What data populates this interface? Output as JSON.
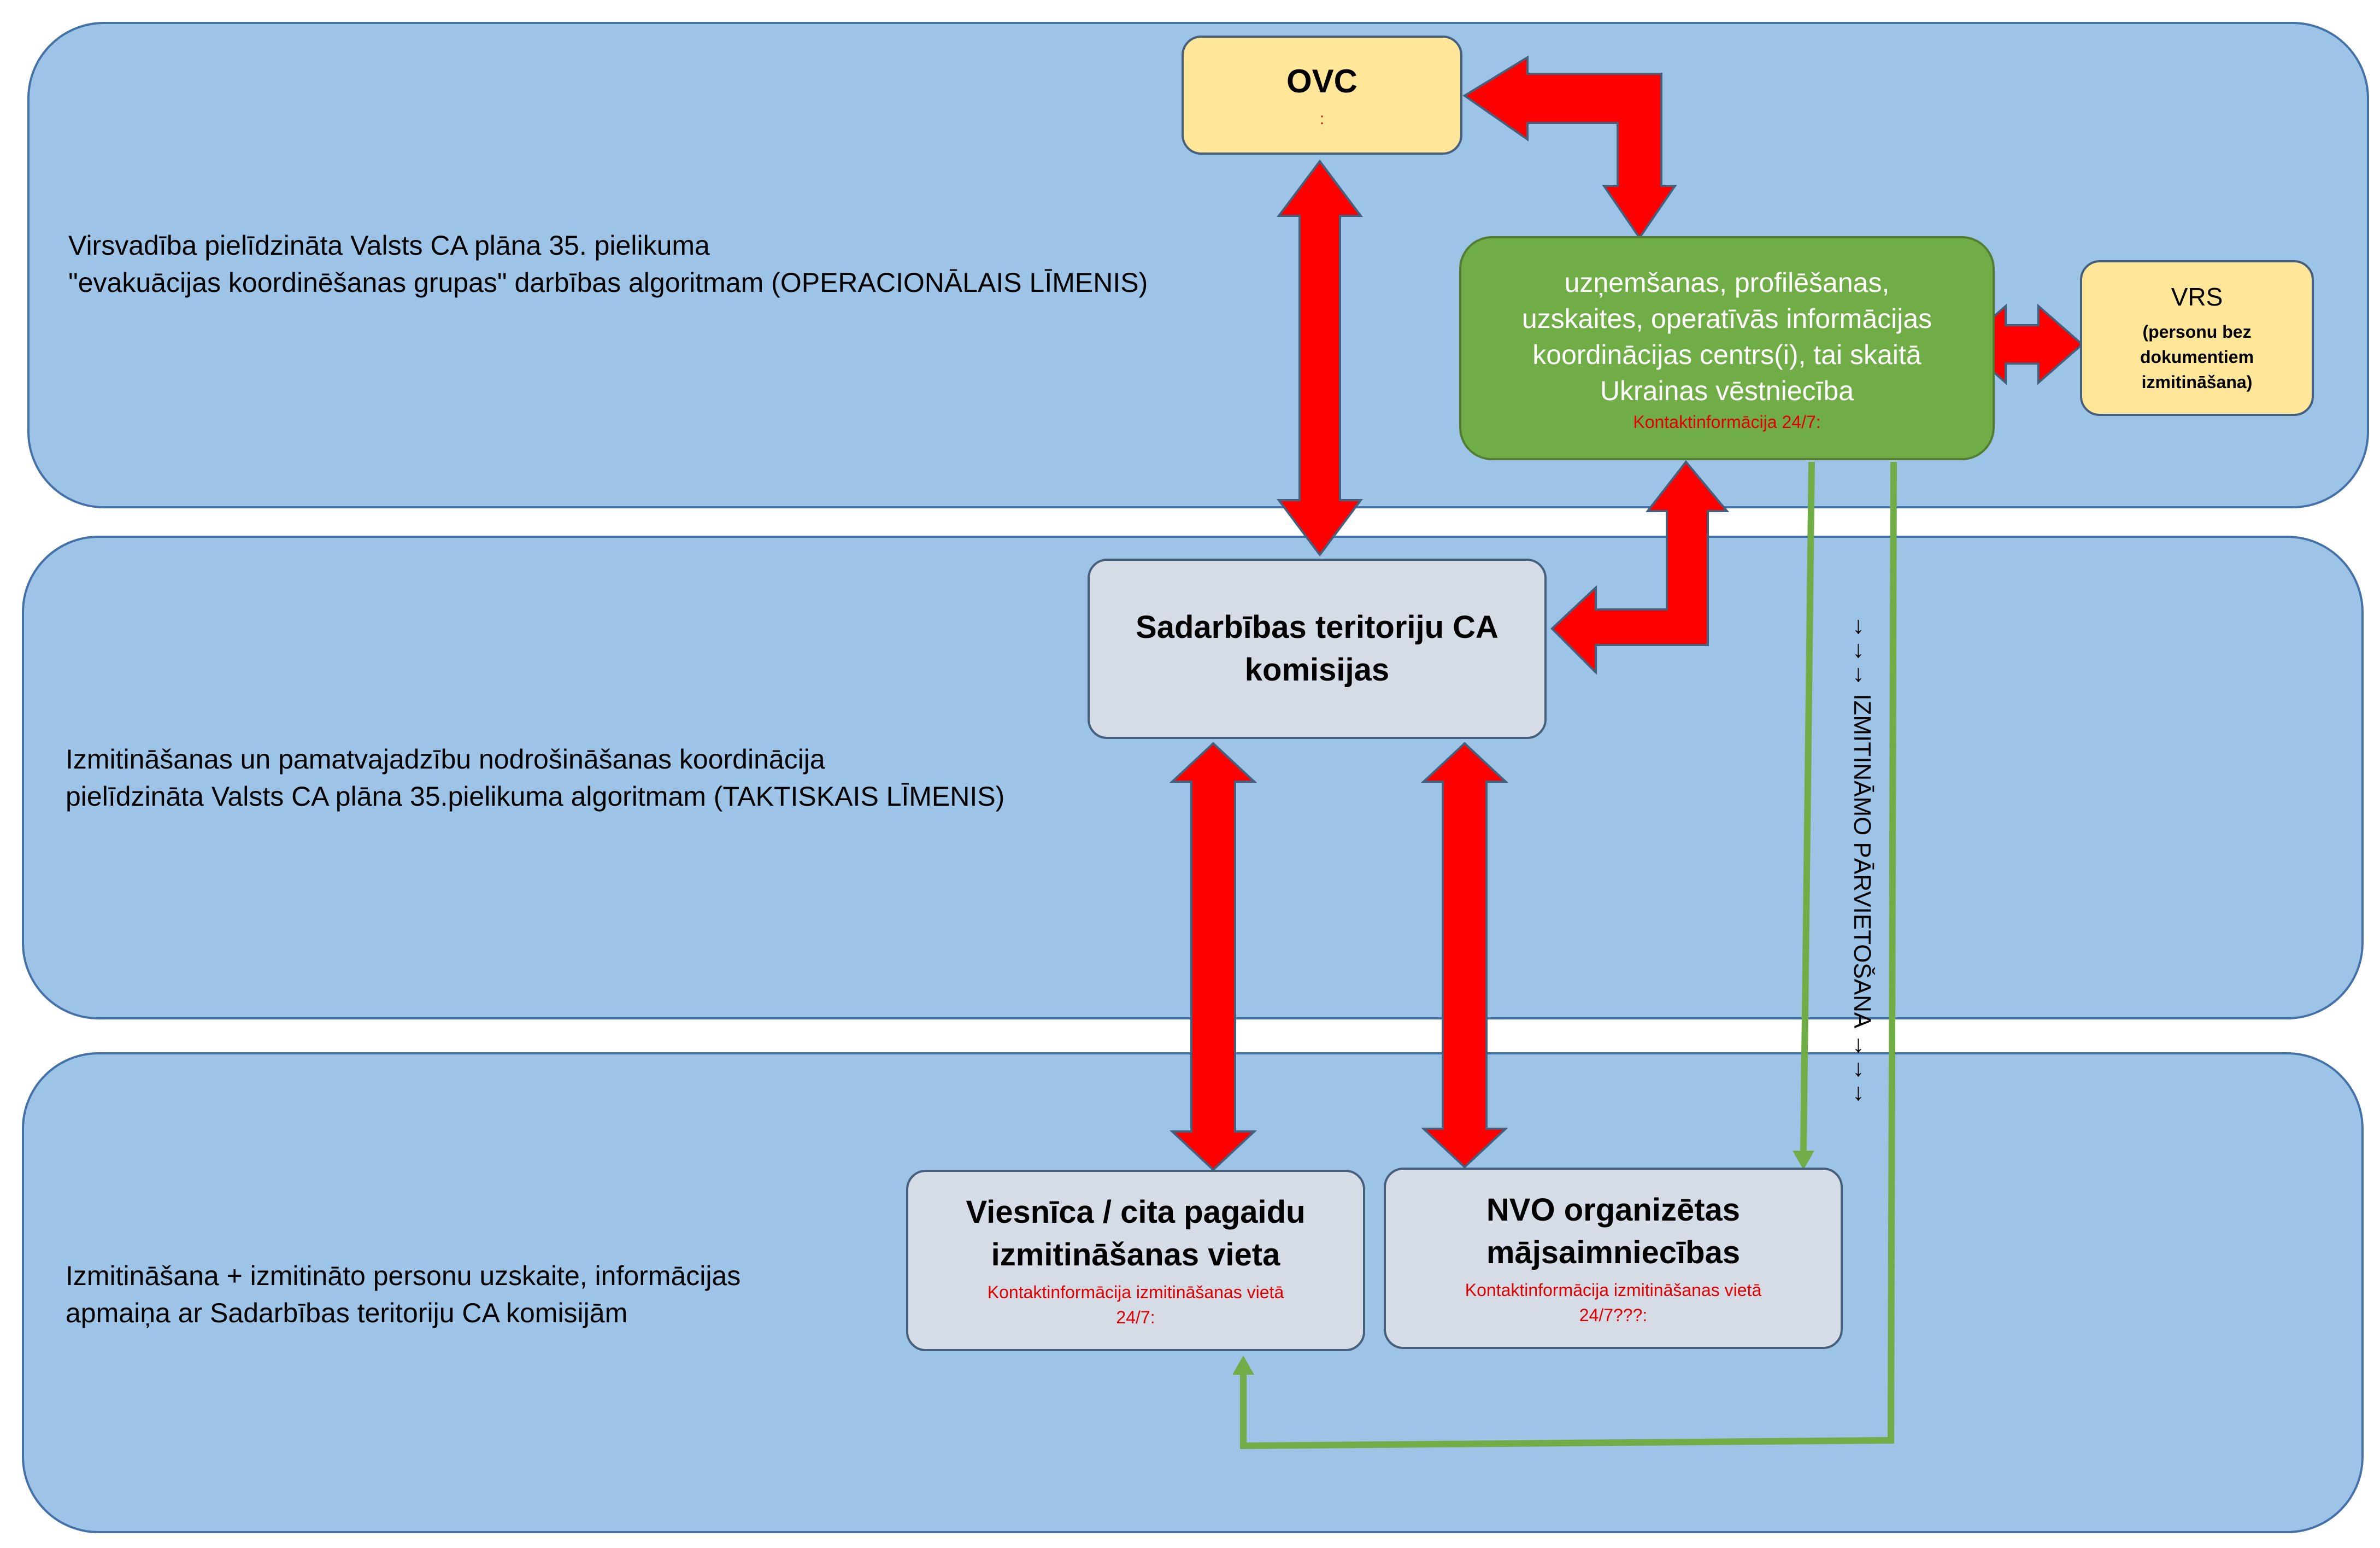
{
  "levels": {
    "operational": "Virsvadība pielīdzināta Valsts CA plāna 35. pielikuma\n\"evakuācijas koordinēšanas grupas\" darbības algoritmam (OPERACIONĀLAIS LĪMENIS)",
    "tactical": "Izmitināšanas un pamatvajadzību nodrošināšanas koordinācija\npielīdzināta Valsts CA plāna 35.pielikuma algoritmam (TAKTISKAIS LĪMENIS)",
    "local": "Izmitināšana + izmitināto personu uzskaite, informācijas\napmaiņa ar Sadarbības teritoriju CA komisijām"
  },
  "nodes": {
    "ovc": {
      "title": "OVC",
      "contact": ":"
    },
    "center": {
      "title": "uzņemšanas, profilēšanas,\nuzskaites, operatīvās informācijas\nkoordinācijas centrs(i), tai skaitā\nUkrainas vēstniecība",
      "contact": "Kontaktinformācija 24/7:"
    },
    "vrs": {
      "title": "VRS",
      "subtitle": "(personu bez\ndokumentiem\nizmitināšana)"
    },
    "commissions": {
      "title": "Sadarbības teritoriju CA\nkomisijas"
    },
    "hotel": {
      "title": "Viesnīca / cita pagaidu\nizmitināšanas vieta",
      "contact": "Kontaktinformācija izmitināšanas vietā\n24/7:"
    },
    "ngo": {
      "title": "NVO organizētas\nmājsaimniecības",
      "contact": "Kontaktinformācija izmitināšanas vietā\n24/7???:"
    }
  },
  "relocation_label": "→→→ IZMITINĀMO PĀRVIETOŠANA →→→",
  "colors": {
    "band": "#9dc3e6",
    "arrow": "#ff0000",
    "flow_line": "#70ad47",
    "contact_text": "#e00000"
  }
}
